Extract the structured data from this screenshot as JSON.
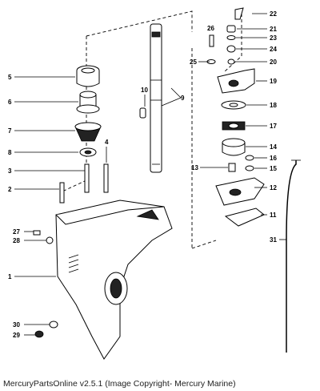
{
  "caption": "MercuryPartsOnline v2.5.1 (Image Copyright- Mercury Marine)",
  "callouts": {
    "c1": "1",
    "c2": "2",
    "c3": "3",
    "c4": "4",
    "c5": "5",
    "c6": "6",
    "c7": "7",
    "c8": "8",
    "c9": "9",
    "c10": "10",
    "c11": "11",
    "c12": "12",
    "c13": "13",
    "c14": "14",
    "c15": "15",
    "c16": "16",
    "c17": "17",
    "c18": "18",
    "c19": "19",
    "c20": "20",
    "c21": "21",
    "c22": "22",
    "c23": "23",
    "c24": "24",
    "c25": "25",
    "c26": "26",
    "c27": "27",
    "c28": "28",
    "c29": "29",
    "c30": "30",
    "c31": "31"
  }
}
